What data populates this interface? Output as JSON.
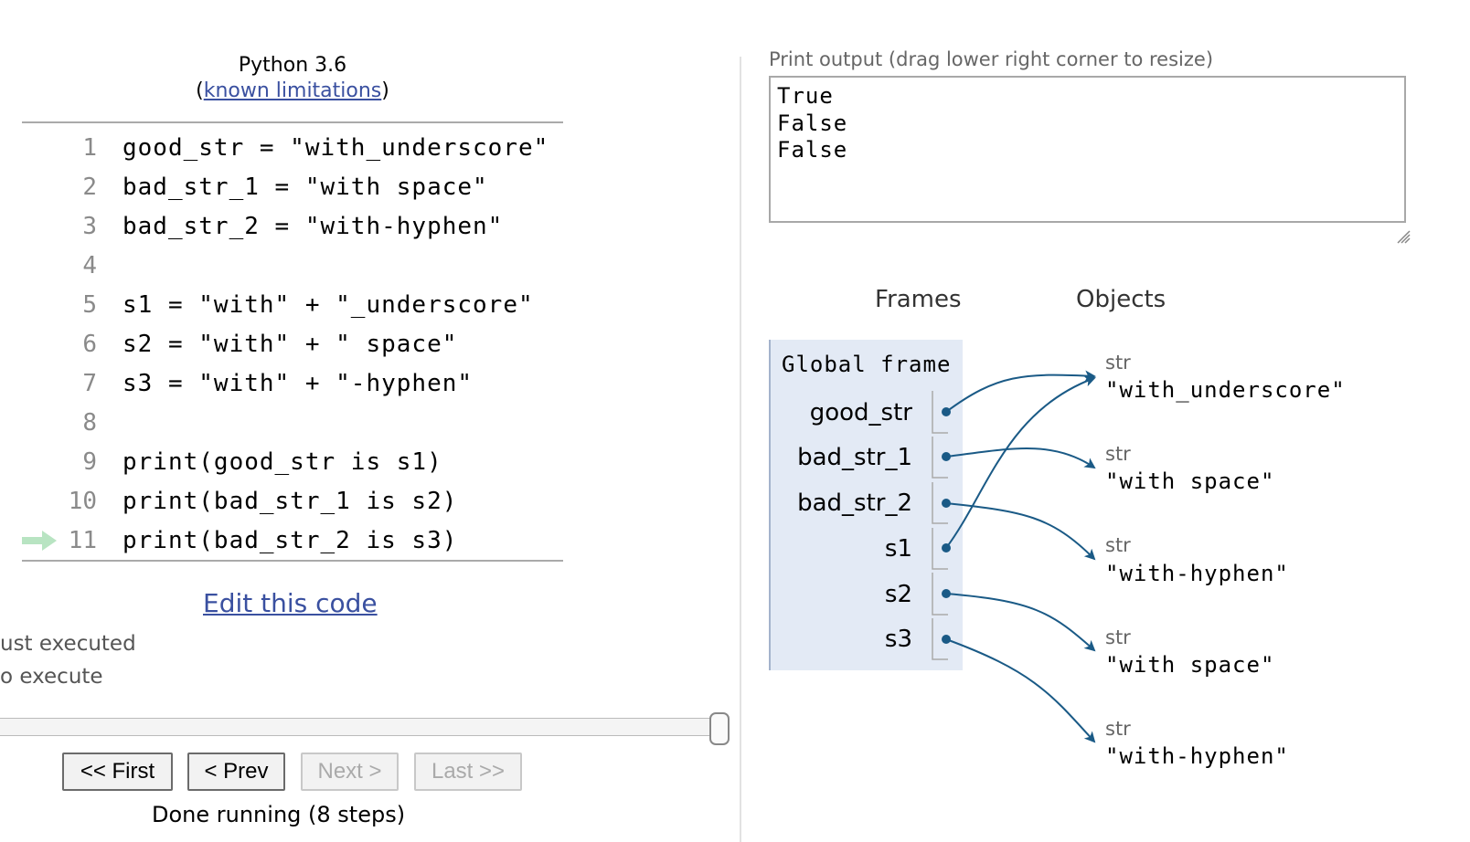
{
  "language": {
    "name": "Python 3.6",
    "paren_open": "(",
    "limitations_link": "known limitations",
    "paren_close": ")"
  },
  "code": {
    "lines": [
      {
        "num": "1",
        "text": "good_str = \"with_underscore\""
      },
      {
        "num": "2",
        "text": "bad_str_1 = \"with space\""
      },
      {
        "num": "3",
        "text": "bad_str_2 = \"with-hyphen\""
      },
      {
        "num": "4",
        "text": ""
      },
      {
        "num": "5",
        "text": "s1 = \"with\" + \"_underscore\""
      },
      {
        "num": "6",
        "text": "s2 = \"with\" + \" space\""
      },
      {
        "num": "7",
        "text": "s3 = \"with\" + \"-hyphen\""
      },
      {
        "num": "8",
        "text": ""
      },
      {
        "num": "9",
        "text": "print(good_str is s1)"
      },
      {
        "num": "10",
        "text": "print(bad_str_1 is s2)"
      },
      {
        "num": "11",
        "text": "print(bad_str_2 is s3)"
      }
    ],
    "current_line": "11",
    "arrow_color": "#b8e4c2"
  },
  "edit_link": "Edit this code",
  "legend": {
    "just_executed": "ust executed",
    "to_execute": "o execute"
  },
  "navigation": {
    "first": "<< First",
    "prev": "< Prev",
    "next": "Next >",
    "last": "Last >>",
    "step_text": "Done running (8 steps)"
  },
  "print_output": {
    "label": "Print output (drag lower right corner to resize)",
    "text": "True\nFalse\nFalse"
  },
  "visualization": {
    "frames_heading": "Frames",
    "objects_heading": "Objects",
    "global_frame": "Global frame",
    "variables": [
      "good_str",
      "bad_str_1",
      "bad_str_2",
      "s1",
      "s2",
      "s3"
    ],
    "objects": [
      {
        "type": "str",
        "value": "\"with_underscore\""
      },
      {
        "type": "str",
        "value": "\"with space\""
      },
      {
        "type": "str",
        "value": "\"with-hyphen\""
      },
      {
        "type": "str",
        "value": "\"with space\""
      },
      {
        "type": "str",
        "value": "\"with-hyphen\""
      }
    ],
    "pointer_color": "#1a5a86"
  }
}
